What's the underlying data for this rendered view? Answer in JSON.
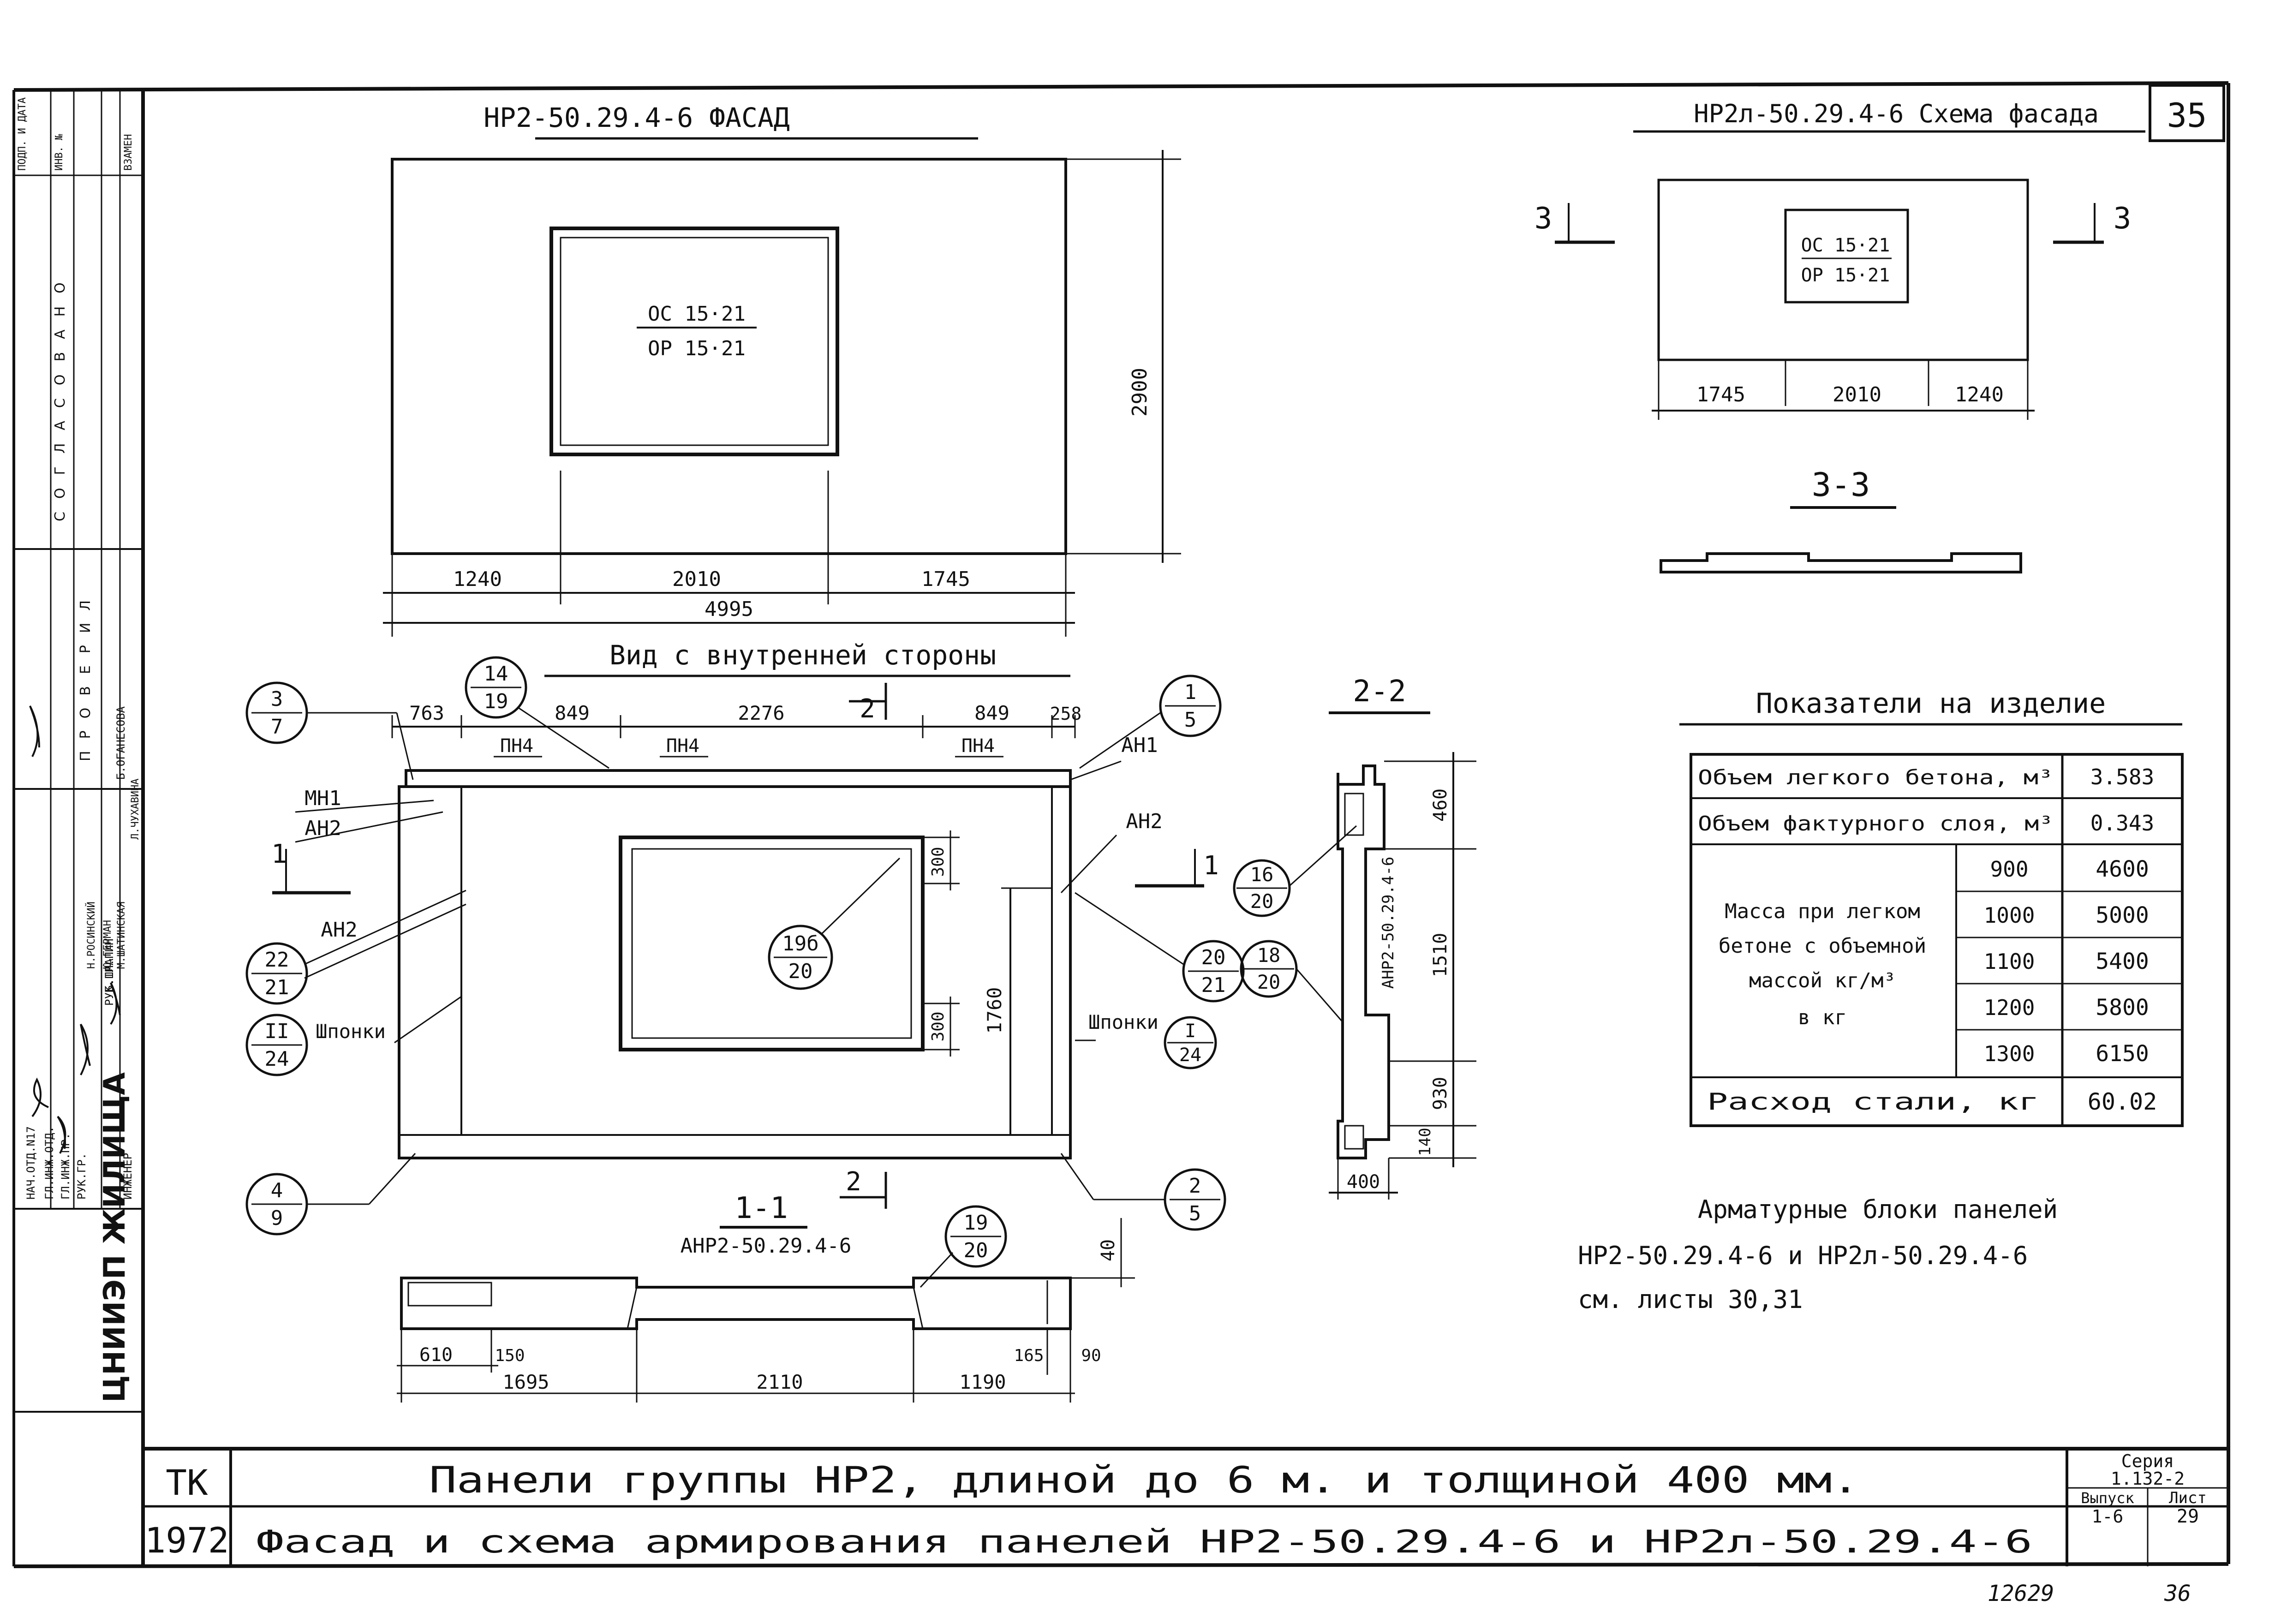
{
  "side_stamp": {
    "org_vertical": "ЦНИИЭП ЖИЛИЩА",
    "approval": "СОГЛАСОВАНО",
    "checked": "ПРОВЕРИЛ",
    "cells": [
      "ПОДП. И ДАТА",
      "ИНВ. №",
      "ВЗАМЕН"
    ],
    "roles": [
      "НАЧ.ОТД.N17",
      "ГЛ.ИНЖ.ОТД.",
      "ГЛ.ИНЖ.ПР.",
      "РУК.ГР.",
      "РУК.ГР.",
      "ИНЖЕНЕР"
    ],
    "names": [
      "Б.ШЛАПИН",
      "Н.РОСИНСКИЙ",
      "Ю.ГЕРМАН",
      "М.ШАТИНСКАЯ",
      "Л.ЧУХАВИНА",
      "Б.ОГАНЕСОВА"
    ]
  },
  "sheet_tag": "35",
  "facade": {
    "title": "НР2-50.29.4-6 ФАСАД",
    "window": [
      "ОС 15·21",
      "ОР 15·21"
    ],
    "height": "2900",
    "dims": [
      "1240",
      "2010",
      "1745"
    ],
    "total": "4995"
  },
  "schema": {
    "title": "НР2л-50.29.4-6 Схема фасада",
    "window": [
      "ОС 15·21",
      "ОР 15·21"
    ],
    "dims": [
      "1745",
      "2010",
      "1240"
    ],
    "cut_mark": "3",
    "section_title": "3-3"
  },
  "inner_view": {
    "title": "Вид с внутренней стороны",
    "top_dims": [
      "763",
      "849",
      "2276",
      "849",
      "258"
    ],
    "top_labels": [
      "ПН4",
      "ПН4",
      "ПН4"
    ],
    "left_labels": [
      "МН1",
      "АН2",
      "АН2",
      "Шпонки"
    ],
    "right_labels": [
      "АН1",
      "АН2",
      "Шпонки"
    ],
    "window_dims": [
      "300",
      "300"
    ],
    "height": "1760",
    "cut1": "1",
    "cut2": "2",
    "bubbles": [
      {
        "t": "3",
        "b": "7"
      },
      {
        "t": "14",
        "b": "19"
      },
      {
        "t": "1",
        "b": "5"
      },
      {
        "t": "22",
        "b": "21"
      },
      {
        "t": "II",
        "b": "24"
      },
      {
        "t": "19б",
        "b": "20"
      },
      {
        "t": "20",
        "b": "21"
      },
      {
        "t": "I",
        "b": "24"
      },
      {
        "t": "4",
        "b": "9"
      },
      {
        "t": "2",
        "b": "5"
      }
    ]
  },
  "section_11": {
    "title": "1-1",
    "label": "АНР2-50.29.4-6",
    "bubble": {
      "t": "19",
      "b": "20"
    },
    "dim_side": "40",
    "dims_row1": [
      "610",
      "150",
      "165",
      "90"
    ],
    "dims_row2": [
      "1695",
      "2110",
      "1190"
    ]
  },
  "section_22": {
    "title": "2-2",
    "label": "АНР2-50.29.4-6",
    "dims": [
      "460",
      "1510",
      "930",
      "140",
      "400"
    ],
    "bubbles": [
      {
        "t": "16",
        "b": "20"
      },
      {
        "t": "18",
        "b": "20"
      }
    ]
  },
  "indicators": {
    "title": "Показатели на изделие",
    "rows": [
      {
        "label": "Объем легкого бетона, м³",
        "value": "3.583"
      },
      {
        "label": "Объем фактурного слоя, м³",
        "value": "0.343"
      }
    ],
    "mass_label": [
      "Масса при легком",
      "бетоне с объемной",
      "массой кг/м³",
      "в кг"
    ],
    "mass_rows": [
      {
        "density": "900",
        "mass": "4600"
      },
      {
        "density": "1000",
        "mass": "5000"
      },
      {
        "density": "1100",
        "mass": "5400"
      },
      {
        "density": "1200",
        "mass": "5800"
      },
      {
        "density": "1300",
        "mass": "6150"
      }
    ],
    "steel_label": "Расход стали, кг",
    "steel_value": "60.02"
  },
  "note": [
    "Арматурные блоки панелей",
    "НР2-50.29.4-6 и НР2л-50.29.4-6",
    "см. листы 30,31"
  ],
  "title_block": {
    "tk": "ТК",
    "year": "1972",
    "line1": "Панели группы НР2, длиной до 6 м. и толщиной 400 мм.",
    "line2": "Фасад и схема армирования панелей НР2-50.29.4-6 и НР2л-50.29.4-6",
    "series_label": "Серия",
    "series_value": "1.132-2",
    "issue_label": "Выпуск",
    "issue_value": "1-6",
    "sheet_label": "Лист",
    "sheet_value": "29"
  },
  "footer": {
    "archive_no": "12629",
    "page": "36"
  }
}
